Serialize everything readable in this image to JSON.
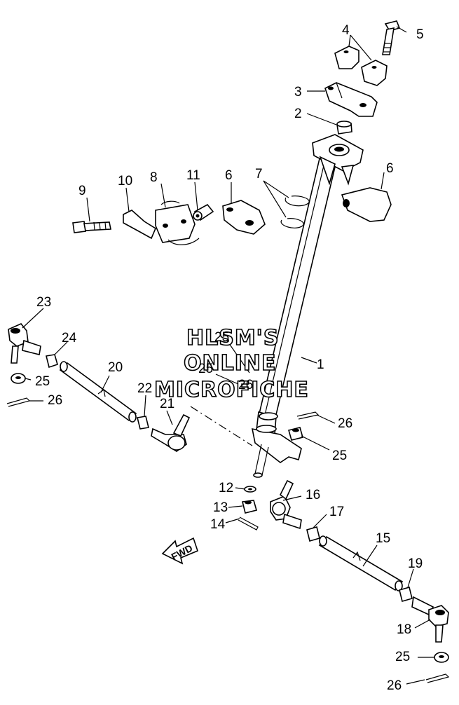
{
  "callouts": {
    "p1": "1",
    "p2": "2",
    "p3": "3",
    "p4": "4",
    "p5": "5",
    "p6a": "6",
    "p6b": "6",
    "p7": "7",
    "p8": "8",
    "p9": "9",
    "p10": "10",
    "p11": "11",
    "p12": "12",
    "p13": "13",
    "p14": "14",
    "p15": "15",
    "p16": "16",
    "p17": "17",
    "p18": "18",
    "p19": "19",
    "p20": "20",
    "p21": "21",
    "p22": "22",
    "p23": "23",
    "p24": "24",
    "p25a": "25",
    "p25b": "25",
    "p25c": "25",
    "p25d": "25",
    "p25e": "25",
    "p26a": "26",
    "p26b": "26",
    "p26c": "26",
    "p26d": "26"
  },
  "watermark": {
    "line1": "HLSM'S",
    "line2": "ONLINE",
    "line3": "MICROFICHE"
  },
  "direction_label": "FWD"
}
